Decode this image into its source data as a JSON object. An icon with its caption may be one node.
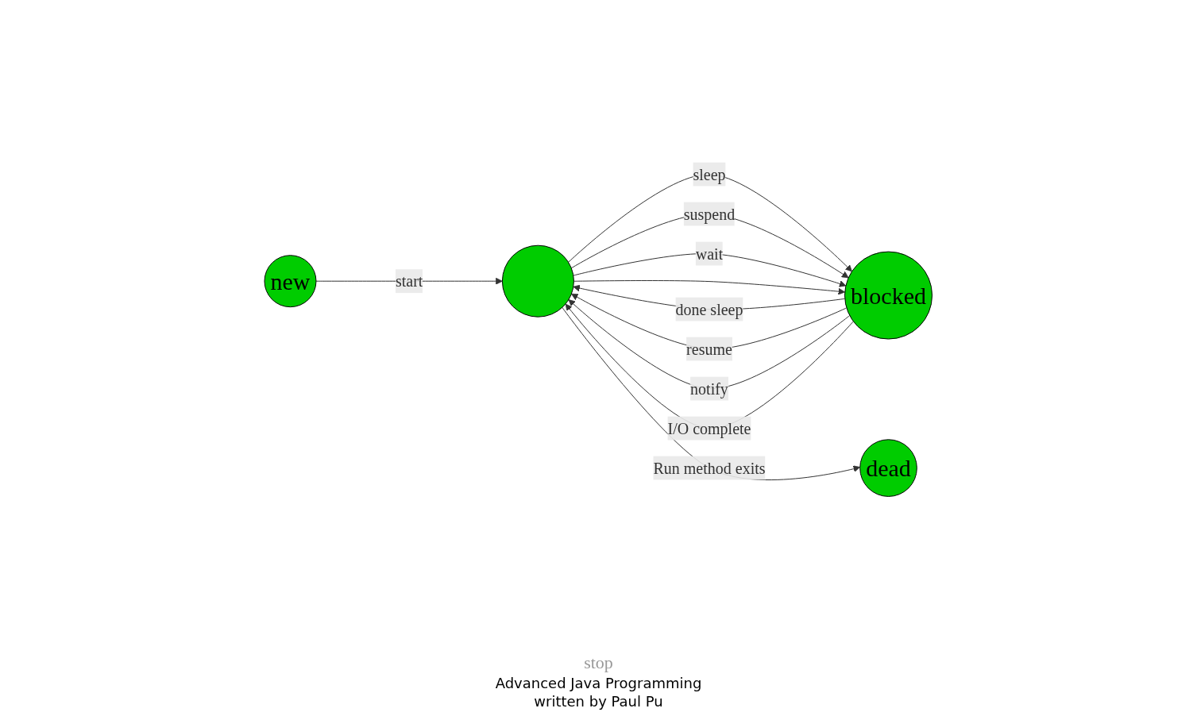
{
  "diagram": {
    "nodes": [
      {
        "text": [
          "new"
        ]
      },
      {
        "text": [],
        "shape": "circle"
      },
      {
        "text": [
          "blocked"
        ]
      },
      {
        "text": [
          "dead"
        ]
      }
    ],
    "edges": [
      {
        "from": 0,
        "to": 1,
        "arrow": "to",
        "label": "start"
      },
      {
        "from": 1,
        "to": 2,
        "arrow": "to",
        "label": "sleep"
      },
      {
        "from": 2,
        "to": 1,
        "arrow": "to",
        "label": "done sleep"
      },
      {
        "from": 1,
        "to": 2,
        "arrow": "to",
        "label": "suspend"
      },
      {
        "from": 2,
        "to": 1,
        "arrow": "to",
        "label": "resume"
      },
      {
        "from": 1,
        "to": 2,
        "arrow": "to",
        "label": "wait"
      },
      {
        "from": 2,
        "to": 1,
        "arrow": "to",
        "label": "notify"
      },
      {
        "from": 1,
        "to": 2,
        "arrow": "to"
      },
      {
        "from": 2,
        "to": 1,
        "arrow": "to",
        "label": "I/O complete"
      },
      {
        "from": 1,
        "to": 3,
        "arrow": "to",
        "label": "Run method exits"
      }
    ],
    "labels": [
      "stop",
      "Advanced Java Programming",
      "written by Paul Pu"
    ]
  }
}
